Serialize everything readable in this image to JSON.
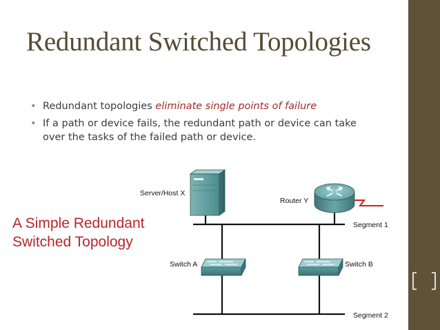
{
  "slide": {
    "title": "Redundant Switched Topologies",
    "bullets": [
      {
        "plain": "Redundant topologies ",
        "emphasis": "eliminate single points of failure"
      },
      {
        "line1": "If a path or device fails, the redundant path or device can take",
        "line2": "over the tasks of the failed path or device."
      }
    ],
    "caption": "A Simple Redundant\nSwitched Topology"
  },
  "diagram": {
    "labels": {
      "server": "Server/Host X",
      "router": "Router Y",
      "segment1": "Segment 1",
      "segment2": "Segment 2",
      "switch_a": "Switch A",
      "switch_b": "Switch B"
    }
  },
  "colors": {
    "sidebar": "#5e5339",
    "title": "#564a33",
    "emphasis": "#a02a2a",
    "caption": "#b8252a",
    "device_teal": "#5f9ea0",
    "wan_link": "#d21f1f"
  }
}
